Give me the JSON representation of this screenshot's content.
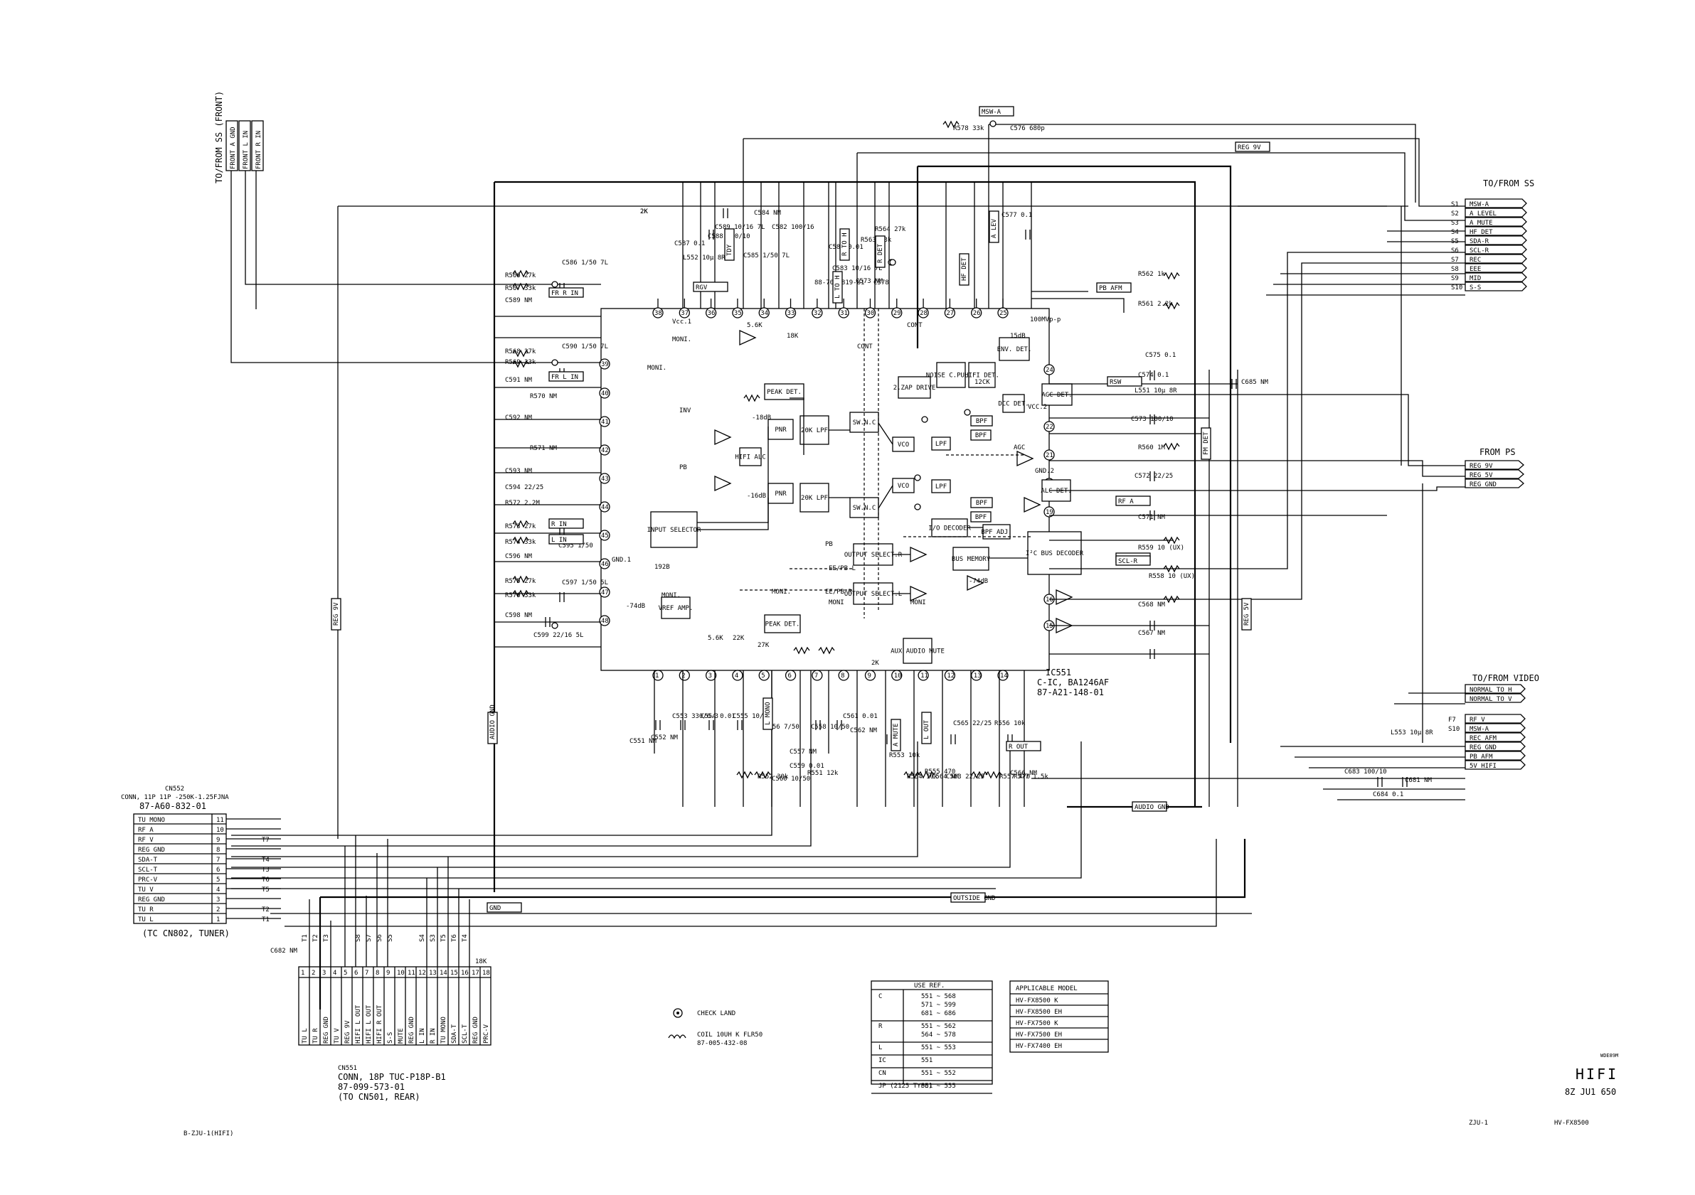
{
  "ic": {
    "ref": "IC551",
    "part": "C-IC, BA1246AF",
    "code": "87-A21-148-01",
    "blocks": [
      {
        "id": "input-selector",
        "label": "INPUT SELECTOR"
      },
      {
        "id": "peak-det-top",
        "label": "PEAK DET."
      },
      {
        "id": "peak-det-bottom",
        "label": "PEAK DET."
      },
      {
        "id": "pnr-top",
        "label": "PNR"
      },
      {
        "id": "pnr-bottom",
        "label": "PNR"
      },
      {
        "id": "lpf-top",
        "label": "20K LPF"
      },
      {
        "id": "lpf-bottom",
        "label": "20K LPF"
      },
      {
        "id": "swnc-top",
        "label": "SW.N.C"
      },
      {
        "id": "swnc-bottom",
        "label": "SW.N.C"
      },
      {
        "id": "vco-top",
        "label": "VCO"
      },
      {
        "id": "vco-bottom",
        "label": "VCO"
      },
      {
        "id": "zap-drive",
        "label": "2.ZAP DRIVE"
      },
      {
        "id": "noise-cpulse",
        "label": "NOISE C.PULSE"
      },
      {
        "id": "hifi-det",
        "label": "HIFI DET."
      },
      {
        "id": "env-det",
        "label": "ENV. DET."
      },
      {
        "id": "dcc-det",
        "label": "DCC DET."
      },
      {
        "id": "agc-det",
        "label": "AGC DET."
      },
      {
        "id": "alc-det",
        "label": "ALC DET."
      },
      {
        "id": "hifi-alc",
        "label": "HIFI ALC"
      },
      {
        "id": "output-select-r",
        "label": "OUTPUT SELECT.R"
      },
      {
        "id": "output-select-l",
        "label": "OUTPUT SELECT.L"
      },
      {
        "id": "bus-memory",
        "label": "BUS MEMORY"
      },
      {
        "id": "io-decoder",
        "label": "I/O DECODER"
      },
      {
        "id": "bpf-adj",
        "label": "BPF ADJ."
      },
      {
        "id": "i2c-decoder",
        "label": "I²C BUS DECODER"
      },
      {
        "id": "aux-audio-mute",
        "label": "AUX AUDIO MUTE"
      },
      {
        "id": "vref-amp",
        "label": "VREF AMP."
      },
      {
        "id": "bpf-r",
        "label": "BPF"
      },
      {
        "id": "bpf-l",
        "label": "BPF"
      },
      {
        "id": "lpf-r",
        "label": "LPF"
      },
      {
        "id": "lpf-l",
        "label": "LPF"
      },
      {
        "id": "bpf-r2",
        "label": "BPF"
      },
      {
        "id": "bpf-l2",
        "label": "BPF"
      }
    ],
    "internal_texts": [
      "MONI.",
      "MONI.",
      "MONI.",
      "MONI.",
      "CONT",
      "CONT",
      "Vcc.1",
      "VCC.2",
      "GND.1",
      "GND.2",
      "AGC",
      "INV",
      "PB",
      "PB",
      "EE/PB R",
      "EE/PB L",
      "MONI",
      "MONI",
      "192B",
      "-18dB",
      "-16dB",
      "-74dB",
      "-74dB",
      "12CK",
      "15dB"
    ],
    "top_pins": [
      "38",
      "37",
      "36",
      "35",
      "34",
      "33",
      "32",
      "31",
      "30",
      "29",
      "28",
      "27",
      "26",
      "25"
    ],
    "bottom_pins": [
      "1",
      "2",
      "3",
      "4",
      "5",
      "6",
      "7",
      "8",
      "9",
      "10",
      "11",
      "12",
      "13",
      "14"
    ],
    "left_pins": [
      "39",
      "40",
      "41",
      "42",
      "43",
      "44",
      "45",
      "46",
      "47",
      "48"
    ],
    "right_pins": [
      "24",
      "23",
      "22",
      "21",
      "20",
      "19",
      "18",
      "17",
      "16",
      "15"
    ]
  },
  "net_labels": [
    "MSW-A",
    "FR R IN",
    "FR L IN",
    "R IN",
    "L IN",
    "R TO H",
    "L TO H",
    "R DET",
    "HF DET",
    "A LEV",
    "PB AFM",
    "FM DET",
    "RSW",
    "RF A",
    "SDA-R",
    "SCL-R",
    "L MONO",
    "A MUTE",
    "L OUT",
    "R OUT",
    "OUTSIDE GND",
    "AUDIO GND",
    "GND",
    "REG 9V",
    "REG 5V",
    "AUDIO GND",
    "REG 9V",
    "TDY",
    "RGV"
  ],
  "components": [
    "R578 33k",
    "C576 680p",
    "C584 NM",
    "C587 0.1",
    "L552 10μ 8R",
    "C588 100/10",
    "C589 10/16 7L",
    "C582 100/16",
    "C585 1/50 7L",
    "C581 0.01",
    "88-700-819-81",
    "C583 10/16 7L",
    "C578",
    "C573 NM",
    "R563 33k",
    "R564 27k",
    "C577 0.1",
    "R566 27k",
    "R567 33k",
    "C586 1/50 7L",
    "C589 NM",
    "R568 27k",
    "R569 33k",
    "C590 1/50 7L",
    "C591 NM",
    "R570 NM",
    "C592 NM",
    "R571 NM",
    "C593 NM",
    "C594 22/25",
    "R572 2.2M",
    "R573 27k",
    "R574 33k",
    "C595 1/50",
    "C596 NM",
    "R575 27k",
    "R576 33k",
    "C597 1/50 5L",
    "C598 NM",
    "C599 22/16 5L",
    "R562 1k",
    "R561 2.2k",
    "C575 0.1",
    "C574 0.1",
    "L551 10μ 8R",
    "C573 100/10",
    "R560 1M",
    "C572 22/25",
    "C571 NM",
    "R559 10 (UX)",
    "R558 10 (UX)",
    "C568 NM",
    "C567 NM",
    "C685 NM",
    "100MVp-p",
    "C551 NM",
    "C552 NM",
    "C553 330/6.3",
    "C554 0.01",
    "C555 10/50",
    "C556 7/50",
    "C557 NM",
    "C559 0.01",
    "C558 10/50",
    "R551 12k",
    "R552 30k",
    "C560 10/50",
    "C561 0.01",
    "C562 NM",
    "R553 10k",
    "R554 10k",
    "R555 470",
    "C564 NM",
    "C563 22/25",
    "C565 22/25",
    "R556 10k",
    "R557 470",
    "C566 NM",
    "R577 1.5k",
    "L553 10μ 8R",
    "C683 100/10",
    "C684 0.1",
    "C681 NM",
    "C682 NM",
    "18K",
    "5.6K",
    "18K",
    "5.6K",
    "27K",
    "22K",
    "2K",
    "2K",
    "2K"
  ],
  "cn552": {
    "ref": "CN552",
    "desc": "CONN, 11P 11P -250K-1.25FJNA",
    "code": "87-A60-832-01",
    "note": "(TC CN802, TUNER)",
    "rows": [
      {
        "sig": "TU MONO",
        "pin": "11",
        "t": ""
      },
      {
        "sig": "RF A",
        "pin": "10",
        "t": ""
      },
      {
        "sig": "RF V",
        "pin": "9",
        "t": "T7"
      },
      {
        "sig": "REG GND",
        "pin": "8",
        "t": ""
      },
      {
        "sig": "SDA-T",
        "pin": "7",
        "t": "T4"
      },
      {
        "sig": "SCL-T",
        "pin": "6",
        "t": "T3"
      },
      {
        "sig": "PRC-V",
        "pin": "5",
        "t": "T6"
      },
      {
        "sig": "TU V",
        "pin": "4",
        "t": "T5"
      },
      {
        "sig": "REG GND",
        "pin": "3",
        "t": ""
      },
      {
        "sig": "TU R",
        "pin": "2",
        "t": "T2"
      },
      {
        "sig": "TU L",
        "pin": "1",
        "t": "T1"
      }
    ]
  },
  "cn551": {
    "ref": "CN551",
    "desc": "CONN, 18P TUC-P18P-B1",
    "code": "87-099-573-01",
    "note": "(TO CN501, REAR)",
    "pins": [
      "1",
      "2",
      "3",
      "4",
      "5",
      "6",
      "7",
      "8",
      "9",
      "10",
      "11",
      "12",
      "13",
      "14",
      "15",
      "16",
      "17",
      "18"
    ],
    "signals": [
      "TU L",
      "TU R",
      "REG GND",
      "TU V",
      "REG 9V",
      "HIFI L OUT",
      "HIFI L OUT",
      "HIFI R OUT",
      "S-S",
      "MUTE",
      "REG GND",
      "L IN",
      "R IN",
      "TU MONO",
      "SDA-T",
      "SCL-T",
      "REG GND",
      "PRC-V"
    ],
    "tags": [
      "T1",
      "T2",
      "T3",
      "",
      "",
      "S8",
      "S7",
      "S6",
      "S5",
      "",
      "",
      "S4",
      "S3",
      "T5",
      "T6",
      "T4",
      "",
      ""
    ]
  },
  "ss_front": {
    "title": "TO/FROM SS (FRONT)",
    "pins": [
      "FRONT A GND",
      "FRONT L IN",
      "FRONT R IN"
    ]
  },
  "ss_right": {
    "title": "TO/FROM SS",
    "signals": [
      "MSW-A",
      "A LEVEL",
      "A MUTE",
      "HF DET",
      "SDA-R",
      "SCL-R",
      "REC",
      "EEE",
      "MID",
      "S-S"
    ],
    "pins": [
      "S1",
      "S2",
      "S3",
      "S4",
      "S5",
      "S6",
      "S7",
      "S8",
      "S9",
      "S10"
    ]
  },
  "from_ps": {
    "title": "FROM PS",
    "signals": [
      "REG 9V",
      "REG 5V",
      "REG GND"
    ]
  },
  "video": {
    "title": "TO/FROM VIDEO",
    "top_signals": [
      "NORMAL TO H",
      "NORMAL TO V"
    ],
    "signals": [
      "RF V",
      "MSW-A",
      "REC AFM",
      "REG GND",
      "PB AFM",
      "5V HIFI"
    ],
    "pins": [
      "F7",
      "S10",
      "",
      "",
      "",
      ""
    ]
  },
  "legend": {
    "check_land": "CHECK LAND",
    "coil": "COIL 10UH K FLR50",
    "coil_code": "87-005-432-08"
  },
  "use_ref": {
    "title": "USE REF.",
    "rows": [
      {
        "k": "C",
        "v": [
          "551 ~ 568",
          "571 ~ 599",
          "681 ~ 686"
        ]
      },
      {
        "k": "R",
        "v": [
          "551 ~ 562",
          "564 ~ 578"
        ]
      },
      {
        "k": "L",
        "v": [
          "551 ~ 553"
        ]
      },
      {
        "k": "IC",
        "v": [
          "551"
        ]
      },
      {
        "k": "CN",
        "v": [
          "551 ~ 552"
        ]
      },
      {
        "k": "JP (2125 TYPE)",
        "v": [
          "551 ~ 555"
        ]
      }
    ]
  },
  "models": {
    "title": "APPLICABLE MODEL",
    "list": [
      "HV-FX8500 K",
      "HV-FX8500 EH",
      "HV-FX7500 K",
      "HV-FX7500 EH",
      "HV-FX7400 EH"
    ]
  },
  "titleblock": {
    "name": "HIFI",
    "code": "8Z JU1 650",
    "small": "WDE89M",
    "sheet": "ZJU-1",
    "model": "HV-FX8500",
    "bottom_left": "B-ZJU-1(HIFI)"
  }
}
